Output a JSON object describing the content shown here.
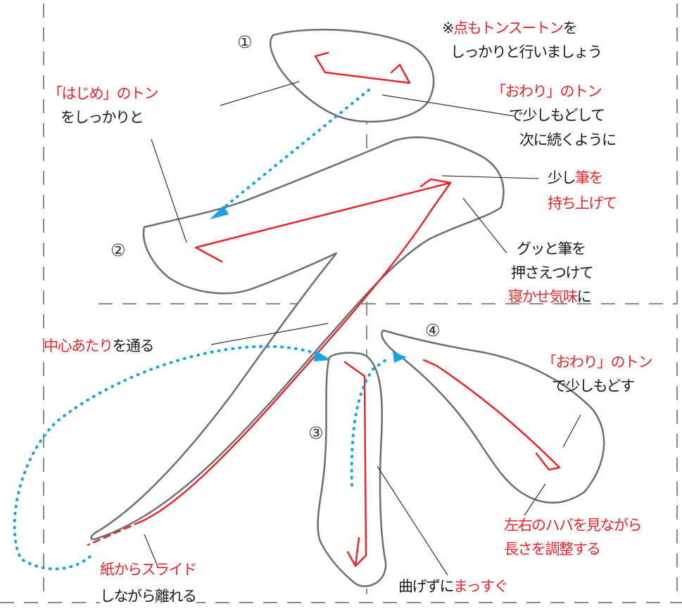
{
  "colors": {
    "stroke_outline": "#6e6e6e",
    "brush_path": "#e8262b",
    "flow_dots": "#1aa3de",
    "guide": "#8a8a8a",
    "accent_text": "#e8262b",
    "body_text": "#1a1a1a"
  },
  "stroke_numbers": [
    "①",
    "②",
    "③",
    "④"
  ],
  "note_top": {
    "prefix": "※",
    "highlight": "点もトンスートン",
    "suffix": "を",
    "line2": "しっかりと行いましょう"
  },
  "hajime": {
    "highlight": "「はじめ」のトン",
    "line2": "をしっかりと"
  },
  "owari_1": {
    "highlight": "「おわり」のトン",
    "line2": "で少しもどして",
    "line3": "次に続くように"
  },
  "lift": {
    "line1_plain": "少し",
    "line1_highlight": "筆を",
    "line2": "持ち上げて"
  },
  "press": {
    "line1": "グッと筆を",
    "line2": "押さえつけて",
    "line3_highlight": "寝かせ気味",
    "line3_suffix": "に"
  },
  "center": {
    "highlight": "中心あたり",
    "suffix": "を通る"
  },
  "owari_4": {
    "highlight": "「おわり」のトン",
    "line2": "で少しもどす"
  },
  "balance": {
    "line1": "左右のハバを見ながら",
    "line2": "長さを調整する"
  },
  "slide": {
    "line1": "紙からスライド",
    "line2": "しながら離れる"
  },
  "straight": {
    "plain": "曲げずに",
    "highlight": "まっすぐ"
  }
}
